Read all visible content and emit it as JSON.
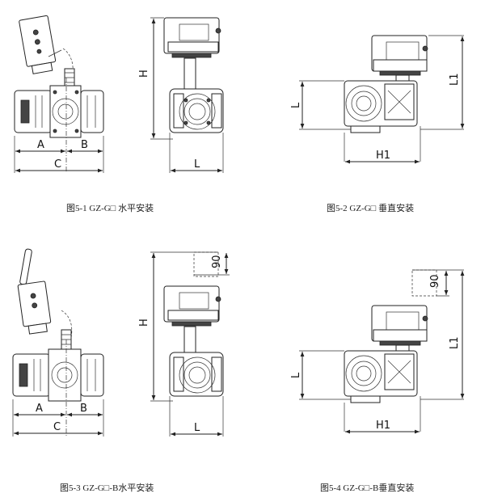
{
  "figures": [
    {
      "caption": "图5-1 GZ-G□ 水平安装",
      "labels": {
        "a": "A",
        "b": "B",
        "c": "C",
        "h": "H",
        "l": "L"
      }
    },
    {
      "caption": "图5-2 GZ-G□ 垂直安装",
      "labels": {
        "l": "L",
        "l1": "L1",
        "h1": "H1"
      }
    },
    {
      "caption": "图5-3 GZ-G□-B水平安装",
      "labels": {
        "a": "A",
        "b": "B",
        "c": "C",
        "h": "H",
        "l": "L",
        "d90": "90"
      }
    },
    {
      "caption": "图5-4 GZ-G□-B垂直安装",
      "labels": {
        "l": "L",
        "l1": "L1",
        "h1": "H1",
        "d90": "90"
      }
    }
  ]
}
